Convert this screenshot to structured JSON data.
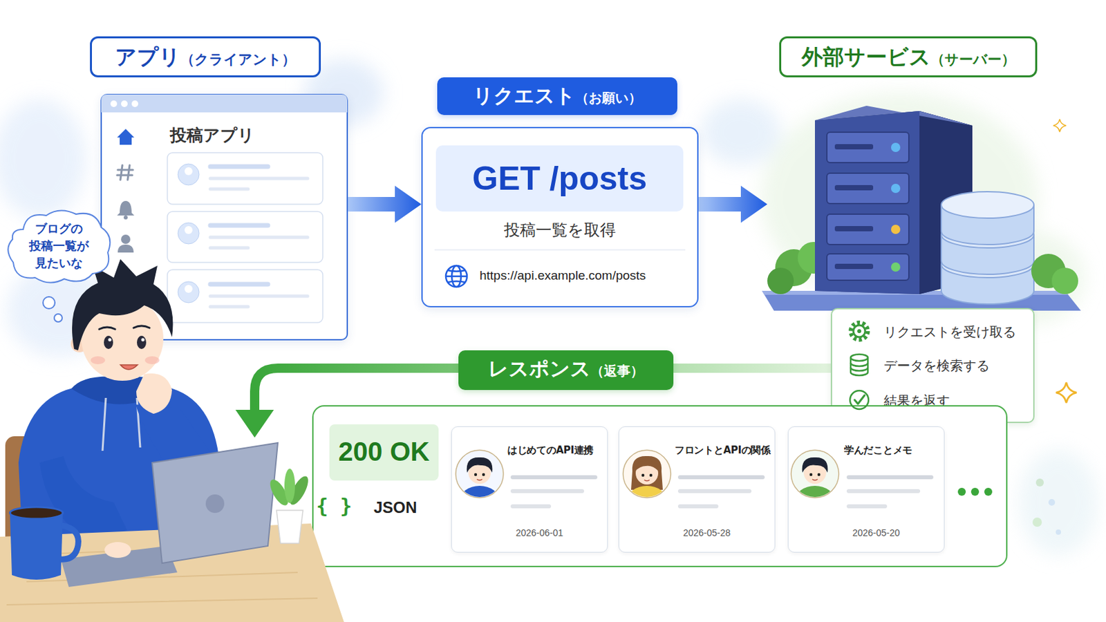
{
  "diagram": {
    "nodes": [
      {
        "text": [
          "アプリ",
          "（クライアント）"
        ]
      },
      {
        "text": [
          "投稿アプリ"
        ]
      },
      {
        "text": [
          "ブログの 投稿一覧が 見たいな"
        ]
      },
      {
        "text": [
          "リクエスト",
          "（お願い）"
        ]
      },
      {
        "text": [
          "GET /posts",
          "投稿一覧を取得",
          "https://api.example.com/posts"
        ]
      },
      {
        "text": [
          "外部サービス",
          "（サーバー）"
        ]
      },
      {
        "text": [
          "リクエストを受け取る",
          "データを検索する",
          "結果を返す"
        ]
      },
      {
        "text": [
          "レスポンス",
          "（返事）"
        ]
      },
      {
        "text": [
          "JSON"
        ]
      },
      {
        "text": [
          "200 OK"
        ],
        "in": 8
      },
      {
        "text": [
          "はじめてのAPI連携",
          "2026-06-01"
        ],
        "in": 8
      },
      {
        "text": [
          "フロントとAPIの関係",
          "2026-05-28"
        ],
        "in": 8
      },
      {
        "text": [
          "学んだことメモ",
          "2026-05-20"
        ],
        "in": 8
      }
    ],
    "edges": [
      {
        "from": 1,
        "to": 4,
        "arrow": "to"
      }
    ],
    "labels": [
      "{ }"
    ]
  }
}
